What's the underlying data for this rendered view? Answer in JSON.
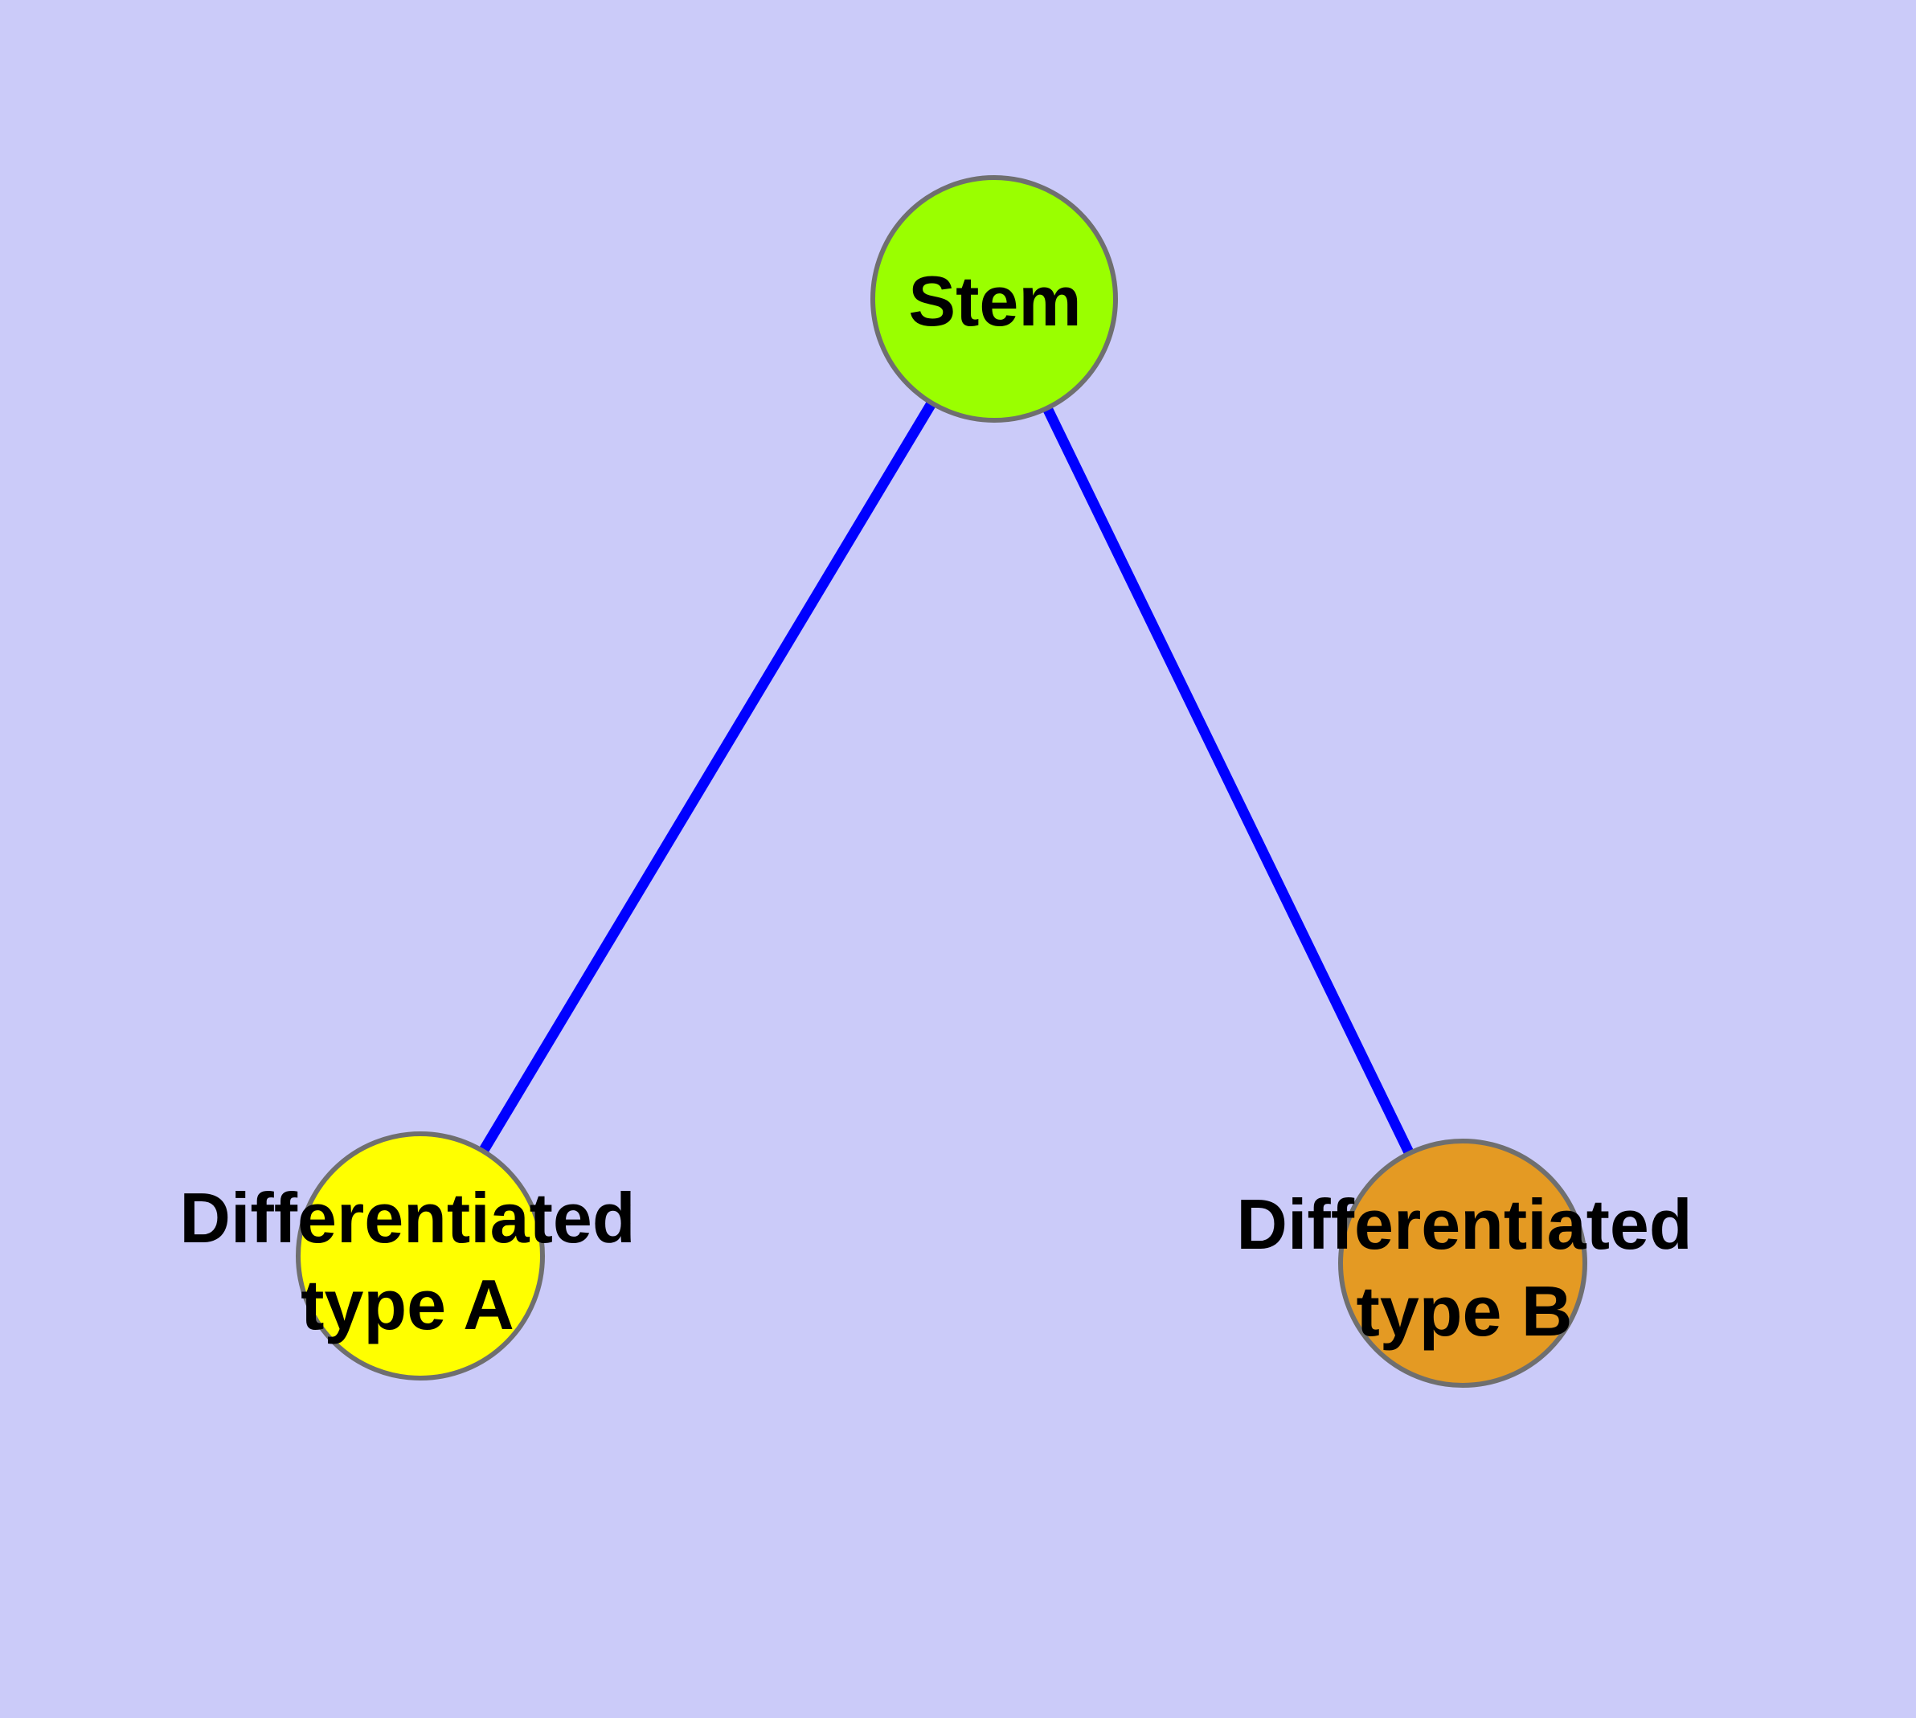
{
  "diagram": {
    "background_color": "#CBCBF9",
    "edge_color": "#0000FF",
    "node_border_color": "#6F6F6F",
    "text_color": "#000000",
    "nodes": {
      "stem": {
        "label": "Stem",
        "fill": "#9AFF00"
      },
      "type_a": {
        "label_line1": "Differentiated",
        "label_line2": "type A",
        "fill": "#FFFF00"
      },
      "type_b": {
        "label_line1": "Differentiated",
        "label_line2": "type B",
        "fill": "#E49A23"
      }
    },
    "edges": [
      {
        "from": "Stem",
        "to": "Differentiated type A"
      },
      {
        "from": "Stem",
        "to": "Differentiated type B"
      }
    ]
  }
}
